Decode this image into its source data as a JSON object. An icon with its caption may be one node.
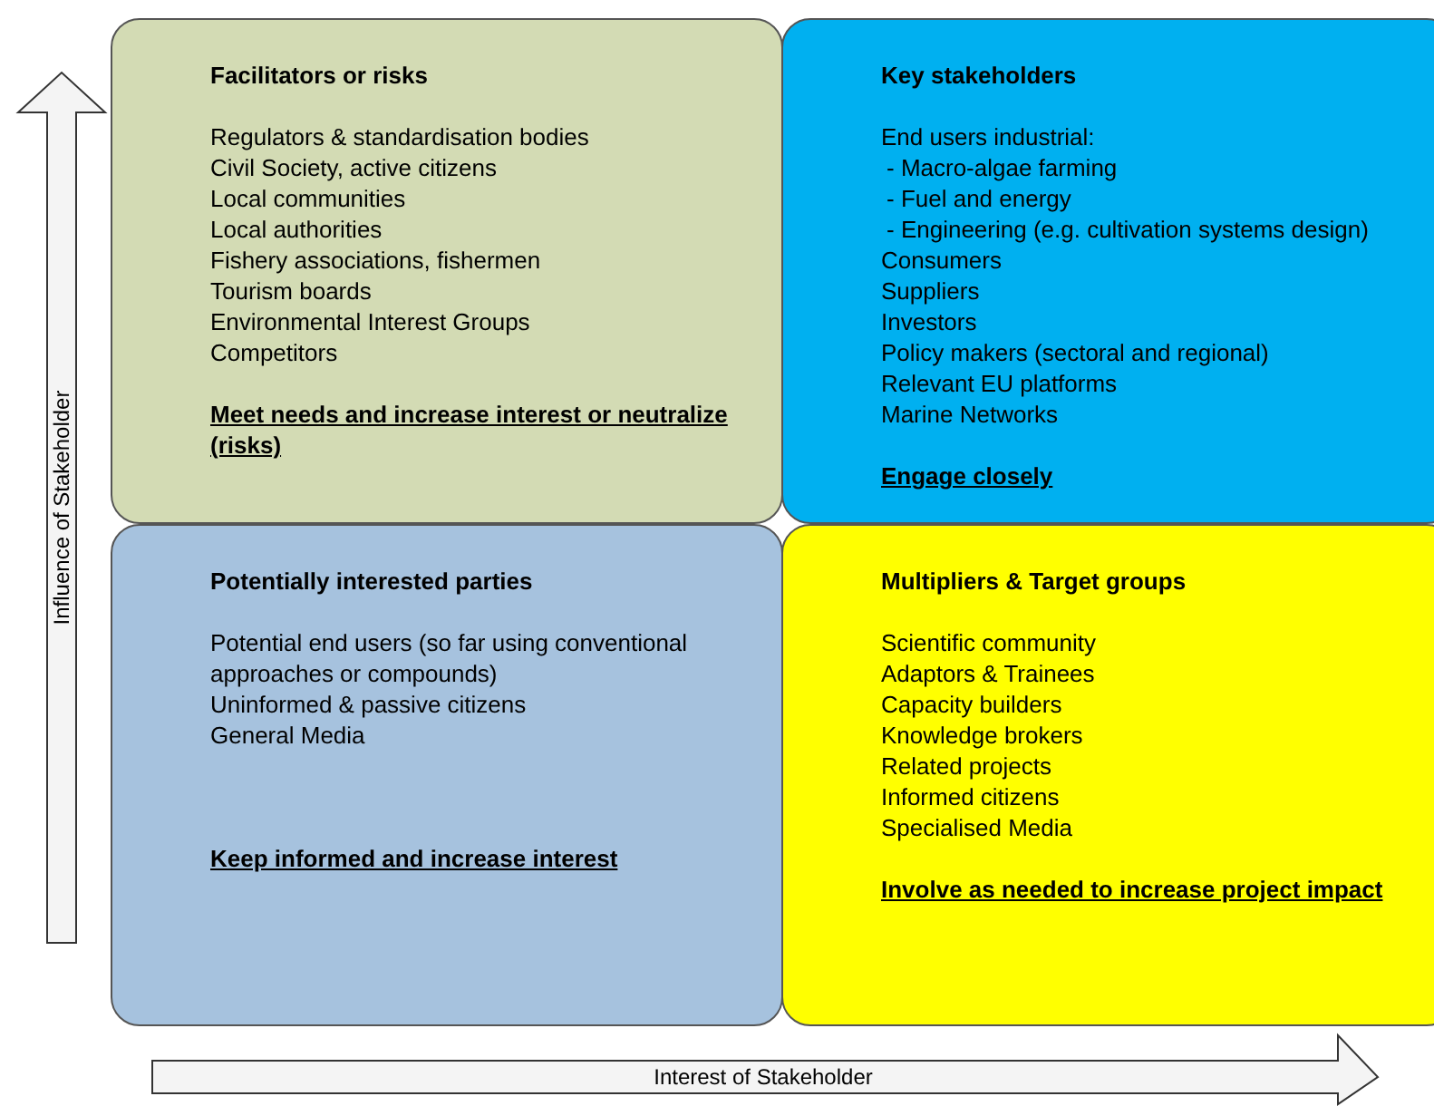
{
  "diagram": {
    "nodes": [
      {
        "text": [
          "Facilitators or risks",
          "Regulators & standardisation bodies",
          "Civil Society, active citizens",
          "Local communities",
          "Local authorities",
          "Fishery associations, fishermen",
          "Tourism boards",
          "Environmental Interest Groups",
          "Competitors",
          "Meet needs and increase interest or neutralize (risks)"
        ]
      },
      {
        "text": [
          "Key stakeholders",
          "End users industrial:",
          "- Macro-algae farming",
          "- Fuel and energy",
          "- Engineering (e.g. cultivation systems design)",
          "Consumers",
          "Suppliers",
          "Investors",
          "Policy makers (sectoral and regional)",
          "Relevant EU platforms",
          "Marine Networks",
          "Engage closely"
        ]
      },
      {
        "text": [
          "Potentially interested parties",
          "Potential end users (so far using conventional approaches or compounds)",
          "Uninformed & passive citizens",
          "General Media",
          "Keep informed and increase interest"
        ]
      },
      {
        "text": [
          "Multipliers & Target groups",
          "Scientific community",
          "Adaptors & Trainees",
          "Capacity builders",
          "Knowledge brokers",
          "Related projects",
          "Informed citizens",
          "Specialised Media",
          "Involve as needed to increase project impact"
        ]
      }
    ],
    "labels": [
      "Influence of Stakeholder",
      "Interest of Stakeholder"
    ]
  }
}
